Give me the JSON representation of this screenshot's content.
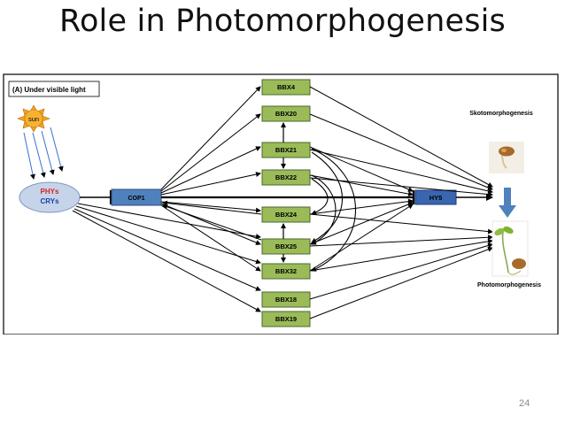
{
  "slide": {
    "title": "Role in Photomorphogenesis",
    "page_number": "24"
  },
  "figure": {
    "panel_label": "(A) Under visible light",
    "sun_label": "sun",
    "receptors": {
      "line1": "PHYs",
      "line2": "CRYs"
    },
    "cop1_label": "COP1",
    "hy5_label": "HY5",
    "bbx_boxes": [
      "BBX4",
      "BBX20",
      "BBX21",
      "BBX22",
      "BBX24",
      "BBX25",
      "BBX32",
      "BBX18",
      "BBX19"
    ],
    "skoto_label": "Skotomorphogenesis",
    "photo_label": "Photomorphogenesis",
    "colors": {
      "bbx_fill": "#9bbb59",
      "cop1_fill": "#4f81bd",
      "hy5_fill": "#3a66b0",
      "receptor_fill": "#c6d4ea",
      "phys_text": "#d81f1f",
      "crys_text": "#1f3fa8",
      "sun_fill": "#f3a21d",
      "rays": "#3a6fd0",
      "down_arrow": "#4f81bd"
    }
  }
}
